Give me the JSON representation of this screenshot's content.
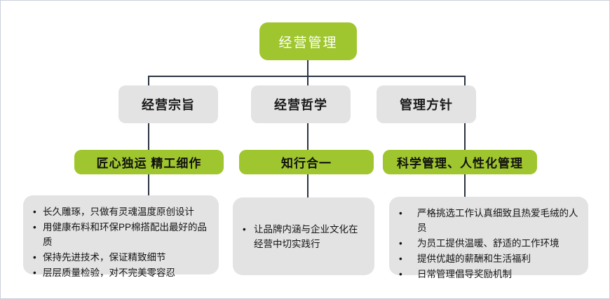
{
  "diagram": {
    "title": "经营管理",
    "root": {
      "label": "经营管理"
    },
    "branches": [
      {
        "heading": "经营宗旨",
        "slogan": "匠心独运  精工细作",
        "bullet": "•",
        "items": [
          "长久雕琢，只做有灵魂温度原创设计",
          "用健康布料和环保PP棉搭配出最好的品质",
          "保持先进技术，保证精致细节",
          "层层质量检验，对不完美零容忍"
        ]
      },
      {
        "heading": "经营哲学",
        "slogan": "知行合一",
        "bullet": "•",
        "items": [
          "让品牌内涵与企业文化在经营中切实践行"
        ]
      },
      {
        "heading": "管理方针",
        "slogan": "科学管理、人性化管理",
        "bullet": "•",
        "items": [
          "严格挑选工作认真细致且热爱毛绒的人员",
          "为员工提供温暖、舒适的工作环境",
          "提供优越的薪酬和生活福利",
          "日常管理倡导奖励机制"
        ]
      }
    ],
    "colors": {
      "green": "#9fc62e",
      "gray": "#e3e3e3",
      "connector": "#2b3340",
      "root_text": "#ffffff",
      "node_text": "#141414",
      "frame": "#ccd0da"
    }
  }
}
